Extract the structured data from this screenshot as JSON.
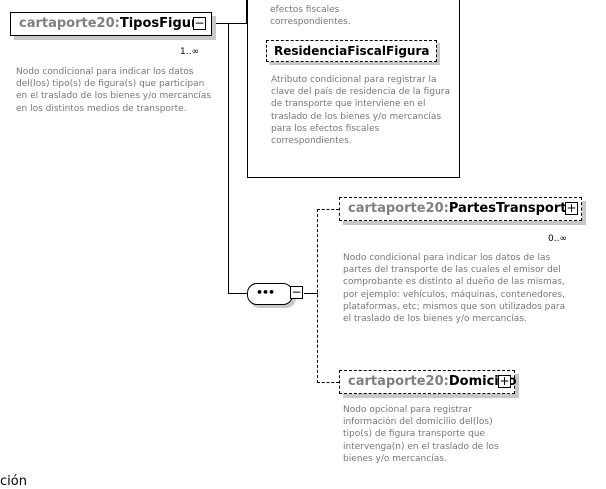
{
  "tipos_figura": {
    "prefix": "cartaporte20:",
    "name": "TiposFigura",
    "cardinality": "1..∞",
    "description": "Nodo condicional para indicar los datos del(los) tipo(s) de figura(s) que participan en el traslado de los bienes y/o mercancías en los distintos medios de transporte.",
    "toggle": "−"
  },
  "attributes_panel": {
    "top_text": "efectos fiscales correspondientes.",
    "attribute_name": "ResidenciaFiscalFigura",
    "attribute_description": "Atributo condicional para registrar la clave del país de residencia de la figura de transporte que interviene en el traslado de los bienes y/o mercancías para los efectos fiscales correspondientes."
  },
  "sequence": {
    "symbol": "•••",
    "toggle": "−"
  },
  "partes_transporte": {
    "prefix": "cartaporte20:",
    "name": "PartesTransporte",
    "cardinality": "0..∞",
    "description": "Nodo condicional para indicar los datos de las partes del transporte de las cuales el emisor del comprobante es distinto al dueño de las mismas, por ejemplo: vehículos, máquinas, contenedores, plataformas, etc; mismos que son utilizados para el traslado de los bienes y/o mercancías.",
    "toggle": "+"
  },
  "domicilio": {
    "prefix": "cartaporte20:",
    "name": "Domicilio",
    "description": "Nodo opcional para registrar información del domicilio del(los) tipo(s) de figura transporte que intervenga(n) en el traslado de los bienes y/o mercancías.",
    "toggle": "+"
  },
  "footer": {
    "text": "ción"
  }
}
